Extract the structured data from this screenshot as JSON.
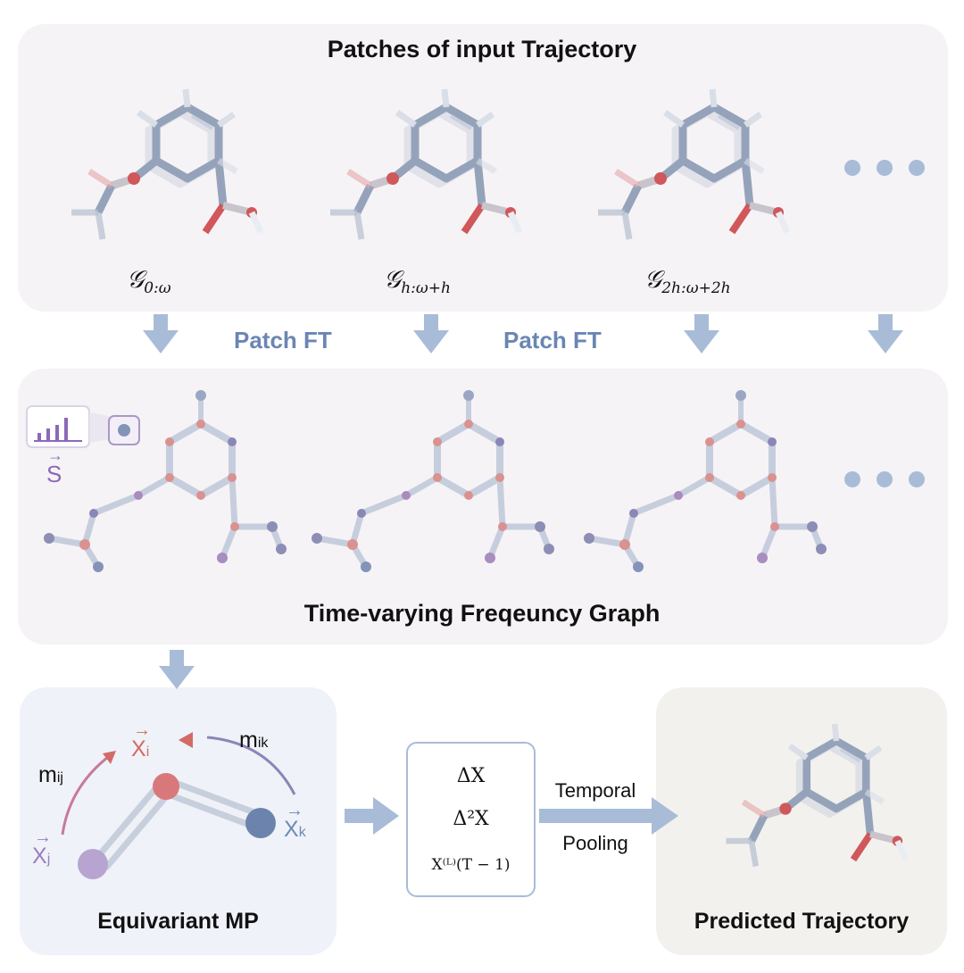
{
  "top_panel": {
    "title": "Patches of input Trajectory"
  },
  "graph_labels": [
    {
      "symbol": "𝒢",
      "subscript": "0:ω"
    },
    {
      "symbol": "𝒢",
      "subscript": "h:ω+h"
    },
    {
      "symbol": "𝒢",
      "subscript": "2h:ω+2h"
    }
  ],
  "transforms": {
    "patch_ft_1": "Patch FT",
    "patch_ft_2": "Patch FT"
  },
  "mid_panel": {
    "title": "Time-varying Freqeuncy Graph",
    "spectrum_label": "S"
  },
  "mp_panel": {
    "title": "Equivariant MP",
    "xi": "X",
    "xi_sub": "i",
    "xj": "X",
    "xj_sub": "j",
    "xk": "X",
    "xk_sub": "k",
    "mij": "m",
    "mij_sub": "ij",
    "mik": "m",
    "mik_sub": "ik"
  },
  "delta_box": {
    "f1": "ΔX",
    "f2": "Δ²X",
    "f3": "X⁽ᴸ⁾(T − 1)"
  },
  "pooling": {
    "line1": "Temporal",
    "line2": "Pooling"
  },
  "pred_panel": {
    "title": "Predicted Trajectory"
  },
  "colors": {
    "arrow": "#a8bcd8",
    "accent_blue": "#6a86b3",
    "red_atom": "#d0575a",
    "purple": "#9a7fbf"
  }
}
